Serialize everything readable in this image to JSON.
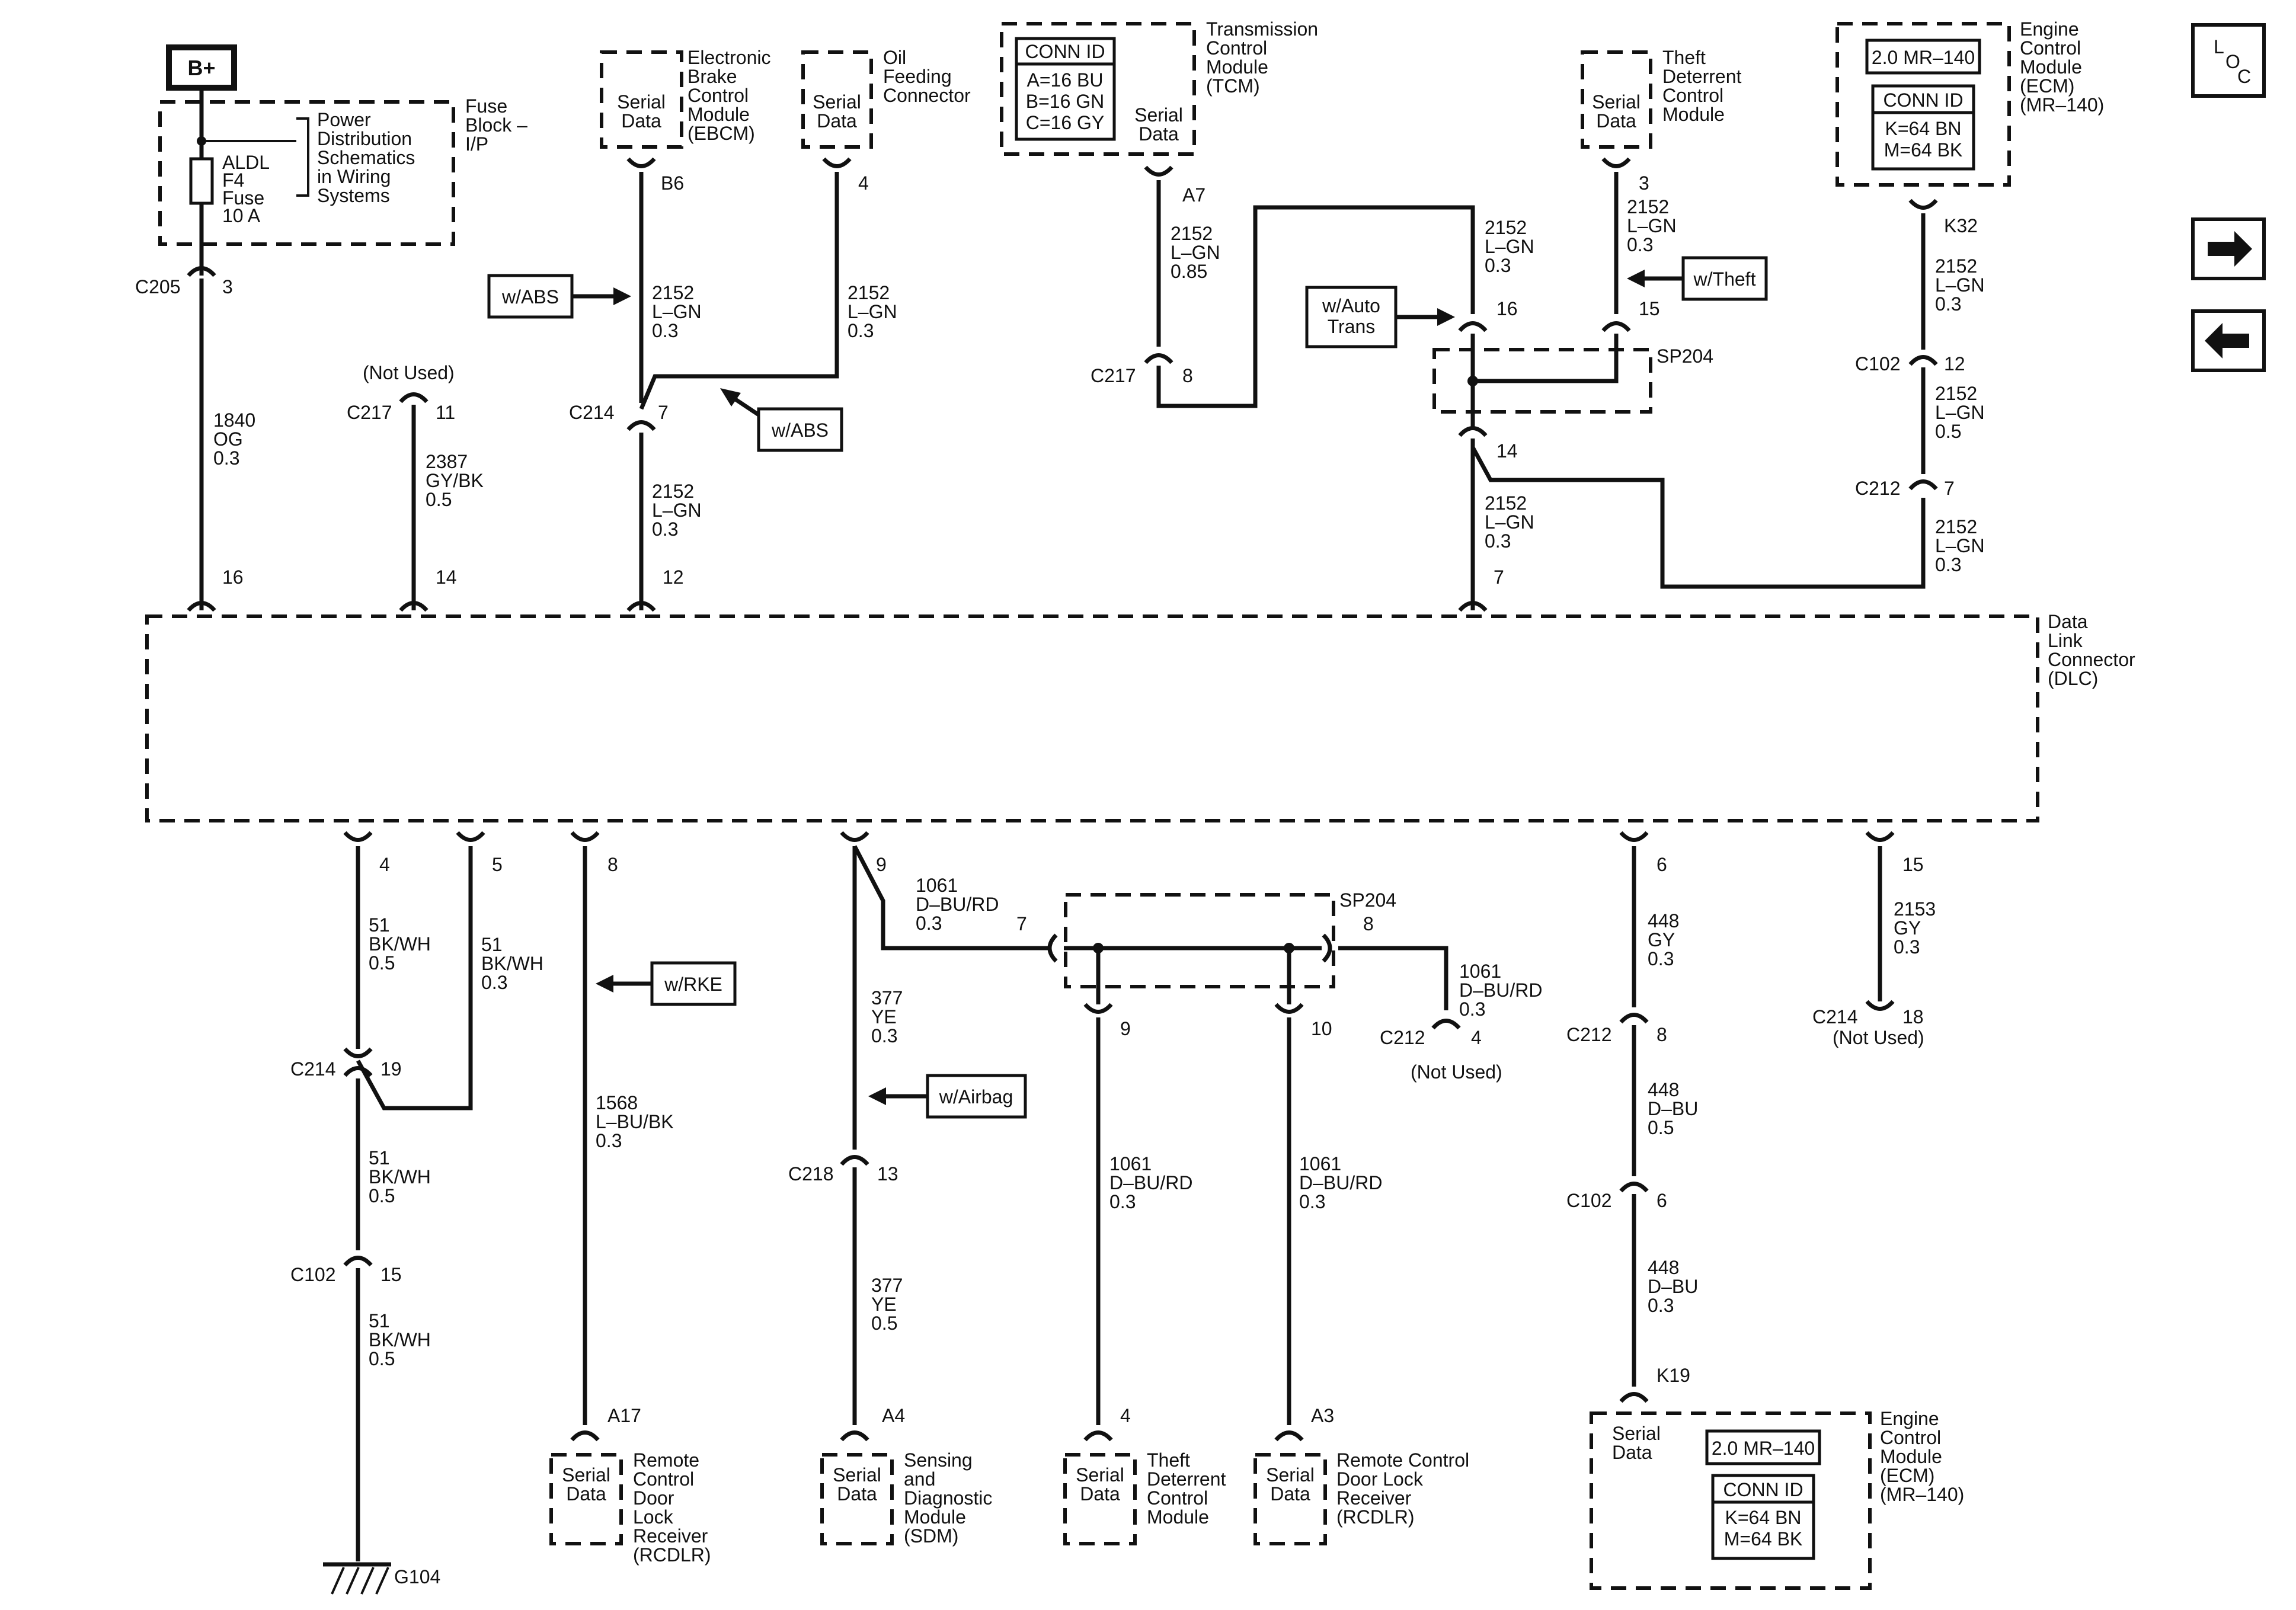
{
  "power": {
    "label": "B+"
  },
  "fuse_block": {
    "name": [
      "Fuse",
      "Block –",
      "I/P"
    ],
    "fuse": [
      "ALDL",
      "F4",
      "Fuse",
      "10 A"
    ],
    "ref": [
      "Power",
      "Distribution",
      "Schematics",
      "in Wiring",
      "Systems"
    ]
  },
  "modules": {
    "ebcm": {
      "pin_label": [
        "Serial",
        "Data"
      ],
      "name": [
        "Electronic",
        "Brake",
        "Control",
        "Module",
        "(EBCM)"
      ]
    },
    "oil": {
      "pin_label": [
        "Serial",
        "Data"
      ],
      "name": [
        "Oil",
        "Feeding",
        "Connector"
      ]
    },
    "tcm": {
      "conn_title": "CONN ID",
      "conn_rows": [
        "A=16 BU",
        "B=16 GN",
        "C=16 GY"
      ],
      "pin_label": [
        "Serial",
        "Data"
      ],
      "name": [
        "Transmission",
        "Control",
        "Module",
        "(TCM)"
      ]
    },
    "theft_top": {
      "pin_label": [
        "Serial",
        "Data"
      ],
      "name": [
        "Theft",
        "Deterrent",
        "Control",
        "Module"
      ]
    },
    "ecm_top": {
      "variant": "2.0 MR–140",
      "conn_title": "CONN ID",
      "conn_rows": [
        "K=64 BN",
        "M=64 BK"
      ],
      "name": [
        "Engine",
        "Control",
        "Module",
        "(ECM)",
        "(MR–140)"
      ]
    },
    "rcdlr_left": {
      "pin_label": [
        "Serial",
        "Data"
      ],
      "name": [
        "Remote",
        "Control",
        "Door",
        "Lock",
        "Receiver",
        "(RCDLR)"
      ]
    },
    "sdm": {
      "pin_label": [
        "Serial",
        "Data"
      ],
      "name": [
        "Sensing",
        "and",
        "Diagnostic",
        "Module",
        "(SDM)"
      ]
    },
    "theft_bottom": {
      "pin_label": [
        "Serial",
        "Data"
      ],
      "name": [
        "Theft",
        "Deterrent",
        "Control",
        "Module"
      ]
    },
    "rcdlr_right": {
      "pin_label": [
        "Serial",
        "Data"
      ],
      "name": [
        "Remote Control",
        "Door Lock",
        "Receiver",
        "(RCDLR)"
      ]
    },
    "ecm_bottom": {
      "pin_label": [
        "Serial",
        "Data"
      ],
      "variant": "2.0 MR–140",
      "conn_title": "CONN ID",
      "conn_rows": [
        "K=64 BN",
        "M=64 BK"
      ],
      "name": [
        "Engine",
        "Control",
        "Module",
        "(ECM)",
        "(MR–140)"
      ]
    }
  },
  "dlc": {
    "name": [
      "Data",
      "Link",
      "Connector",
      "(DLC)"
    ]
  },
  "options": {
    "abs": "w/ABS",
    "auto_trans": [
      "w/Auto",
      "Trans"
    ],
    "theft": "w/Theft",
    "rke": "w/RKE",
    "airbag": "w/Airbag"
  },
  "nav": {
    "loc": [
      "L",
      "O",
      "C"
    ]
  },
  "connectors": {
    "c205": "C205",
    "c205_pin": "3",
    "c217_nu": "C217",
    "c217_nu_pin": "11",
    "not_used": "(Not Used)",
    "ebcm_pin": "B6",
    "c214_top": "C214",
    "c214_top_pin": "7",
    "oil_pin": "4",
    "tcm_pin": "A7",
    "c217_tcm": "C217",
    "c217_tcm_pin": "8",
    "sp204_top": "SP204",
    "sp204_pin_a": "16",
    "sp204_pin_b": "15",
    "sp204_pin_c": "14",
    "theft_top_pin": "3",
    "ecm_top_pin": "K32",
    "c102_top": "C102",
    "c102_top_pin": "12",
    "c212_top": "C212",
    "c212_top_pin": "7",
    "dlc_top_pins": [
      "16",
      "14",
      "12",
      "7"
    ],
    "dlc_bottom_pins": [
      "4",
      "5",
      "8",
      "9",
      "6",
      "15"
    ],
    "c214_left": "C214",
    "c214_left_pin": "19",
    "c102_left": "C102",
    "c102_left_pin": "15",
    "ground": "G104",
    "rcdlr_left_pin": "A17",
    "c218": "C218",
    "c218_pin": "13",
    "sdm_pin": "A4",
    "sp204_bottom": "SP204",
    "sp204_b_in": "7",
    "sp204_b_out": "8",
    "sp204_b_9": "9",
    "sp204_b_10": "10",
    "c212_nu": "C212",
    "c212_nu_pin": "4",
    "theft_bottom_pin": "4",
    "rcdlr_right_pin": "A3",
    "c212_b": "C212",
    "c212_b_pin": "8",
    "c102_b": "C102",
    "c102_b_pin": "6",
    "ecm_bottom_pin": "K19",
    "c214_nu": "C214",
    "c214_nu_pin": "18"
  },
  "wires": {
    "w1840": [
      "1840",
      "OG",
      "0.3"
    ],
    "w2387": [
      "2387",
      "GY/BK",
      "0.5"
    ],
    "w2152_ebcm": [
      "2152",
      "L–GN",
      "0.3"
    ],
    "w2152_oil": [
      "2152",
      "L–GN",
      "0.3"
    ],
    "w2152_c214": [
      "2152",
      "L–GN",
      "0.3"
    ],
    "w2152_tcm": [
      "2152",
      "L–GN",
      "0.85"
    ],
    "w2152_a": [
      "2152",
      "L–GN",
      "0.3"
    ],
    "w2152_theft": [
      "2152",
      "L–GN",
      "0.3"
    ],
    "w2152_sp204": [
      "2152",
      "L–GN",
      "0.3"
    ],
    "w2152_ecm1": [
      "2152",
      "L–GN",
      "0.3"
    ],
    "w2152_ecm2": [
      "2152",
      "L–GN",
      "0.5"
    ],
    "w2152_ecm3": [
      "2152",
      "L–GN",
      "0.3"
    ],
    "w51_a": [
      "51",
      "BK/WH",
      "0.5"
    ],
    "w51_b": [
      "51",
      "BK/WH",
      "0.3"
    ],
    "w51_c": [
      "51",
      "BK/WH",
      "0.5"
    ],
    "w51_d": [
      "51",
      "BK/WH",
      "0.5"
    ],
    "w1568": [
      "1568",
      "L–BU/BK",
      "0.3"
    ],
    "w1061_a": [
      "1061",
      "D–BU/RD",
      "0.3"
    ],
    "w377_a": [
      "377",
      "YE",
      "0.3"
    ],
    "w377_b": [
      "377",
      "YE",
      "0.5"
    ],
    "w1061_b": [
      "1061",
      "D–BU/RD",
      "0.3"
    ],
    "w1061_c": [
      "1061",
      "D–BU/RD",
      "0.3"
    ],
    "w1061_d": [
      "1061",
      "D–BU/RD",
      "0.3"
    ],
    "w448_a": [
      "448",
      "GY",
      "0.3"
    ],
    "w448_b": [
      "448",
      "D–BU",
      "0.5"
    ],
    "w448_c": [
      "448",
      "D–BU",
      "0.3"
    ],
    "w2153": [
      "2153",
      "GY",
      "0.3"
    ]
  }
}
